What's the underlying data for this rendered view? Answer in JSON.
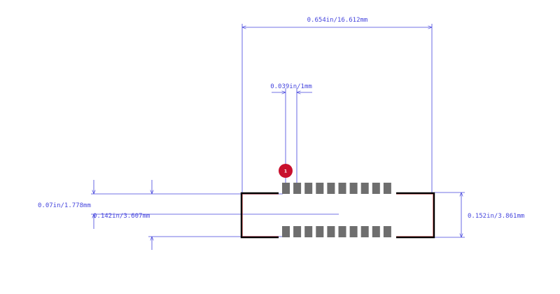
{
  "dimensions": {
    "total_width": "0.654in/16.612mm",
    "pitch": "0.039in/1mm",
    "pad_height": "0.07in/1.778mm",
    "row_center_spacing": "0.142in/3.607mm",
    "body_height": "0.152in/3.861mm"
  },
  "pins_per_row": 10,
  "pin1_marker_label": "1",
  "colors": {
    "dimension": "#4444dd",
    "pad": "#6e6e6e",
    "outline": "#000000",
    "outline_inner": "#cc4444",
    "marker": "#c8102e"
  }
}
